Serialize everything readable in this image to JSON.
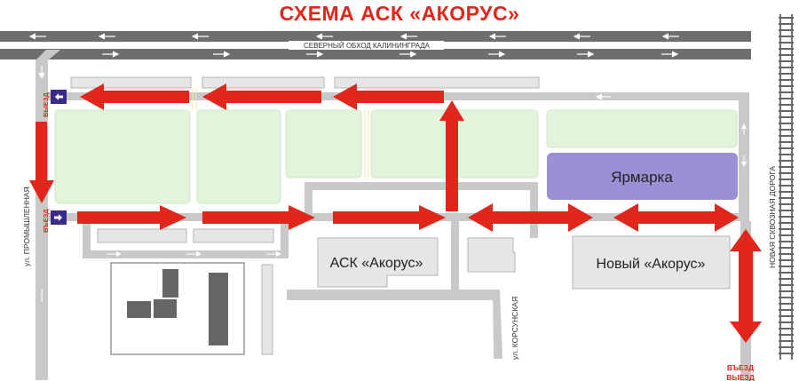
{
  "title": "СХЕМА АСК «АКОРУС»",
  "roads": {
    "highway": "СЕВЕРНЫЙ ОБХОД КАЛИНИНГРАДА",
    "left_street": "ул. ПРОМЫШЛЕННАЯ",
    "right_road": "НОВАЯ СКВОЗНАЯ ДОРОГА",
    "bottom_street": "ул. КОРСУНСКАЯ"
  },
  "places": {
    "fair": "Ярмарка",
    "ask_akorus": "АСК «Акорус»",
    "new_akorus": "Новый «Акорус»"
  },
  "signs": {
    "exit": "ВЫЕЗД",
    "entry": "ВЪЕЗД",
    "bottom_entry": "ВЪЕЗД",
    "bottom_exit": "ВЫЕЗД"
  },
  "colors": {
    "title_red": "#e1261c",
    "arrow_red": "#e1261c",
    "road_gray": "#c9c9c9",
    "highway_dark": "#6e6e6e",
    "lot_green": "#e2f5dc",
    "fair_purple": "#9b8fd6",
    "sign_purple": "#3b2a8c"
  }
}
